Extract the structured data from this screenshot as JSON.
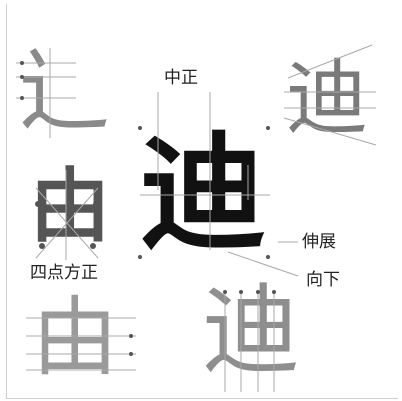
{
  "figure": {
    "glyphs": {
      "top_left": "辶",
      "top_right": "迪",
      "center": "迪",
      "middle_left": "由",
      "bottom_left": "由",
      "bottom_right": "迪"
    },
    "labels": {
      "center_upright": "中正",
      "stretch": "伸展",
      "downward": "向下",
      "four_points_square": "四点方正"
    }
  },
  "colors": {
    "ink_dark": "#111111",
    "ink_gray": "#7a7a7a",
    "ink_light": "#9a9a9a",
    "guide_line": "#a8a8a8",
    "marker_dot": "#555555"
  }
}
